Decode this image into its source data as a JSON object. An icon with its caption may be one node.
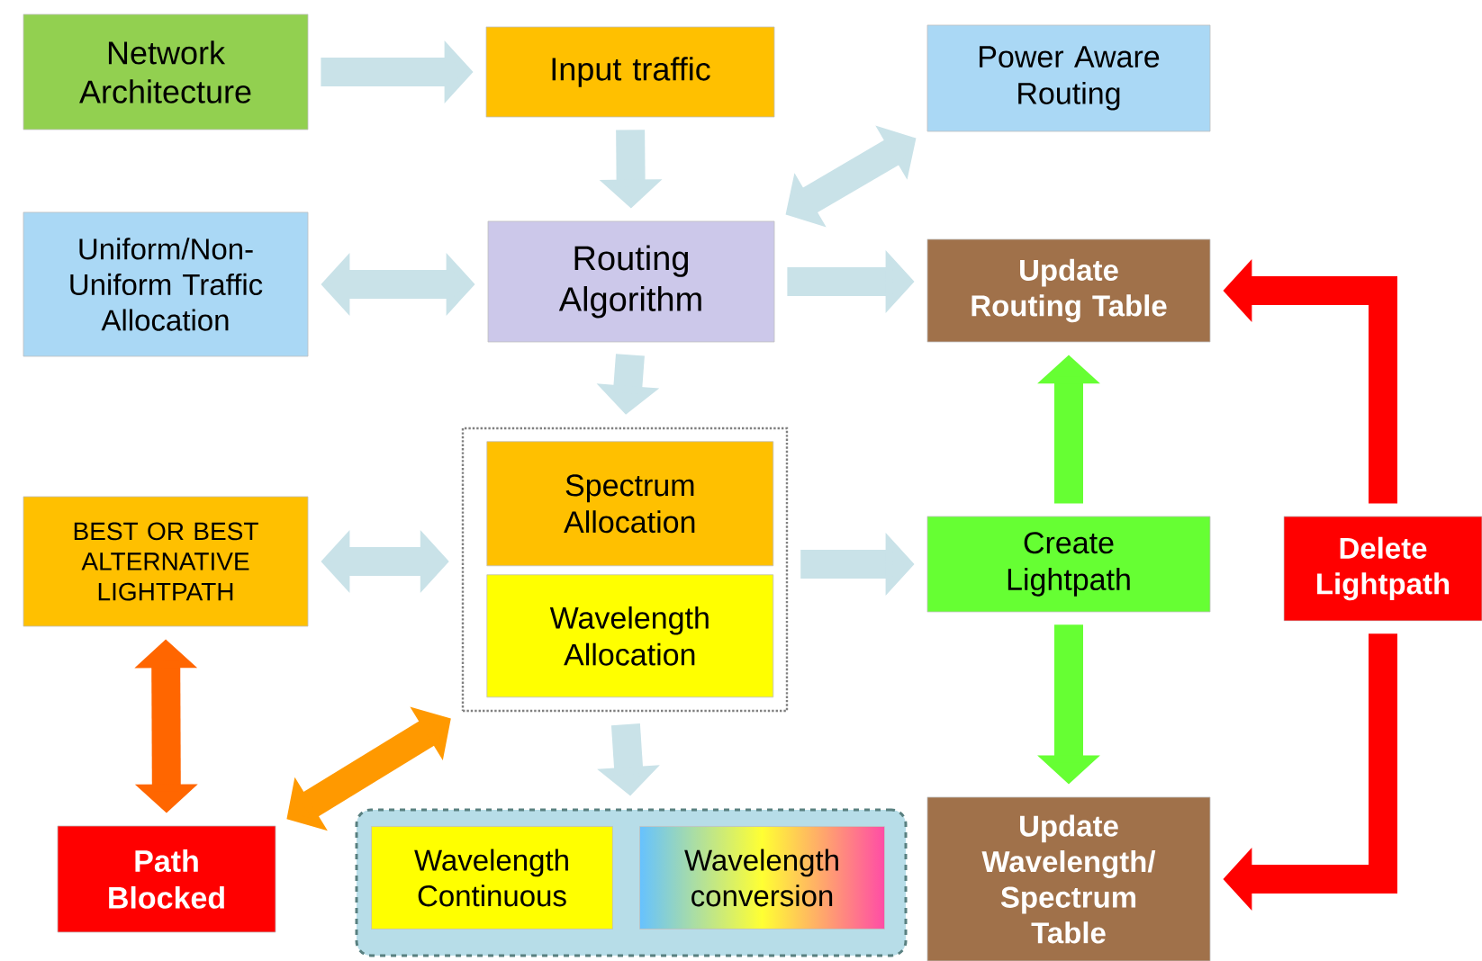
{
  "diagram": {
    "nodes": [
      {
        "text": [
          "Network Architecture"
        ]
      },
      {
        "text": [
          "Input traffic"
        ]
      },
      {
        "text": [
          "Power Aware Routing"
        ]
      },
      {
        "text": [
          "Uniform/Non-Uniform Traffic Allocation"
        ]
      },
      {
        "text": [
          "Routing Algorithm"
        ]
      },
      {
        "text": [
          "Update Routing Table"
        ]
      },
      {
        "text": [],
        "shape": "box"
      },
      {
        "text": [
          "Spectrum Allocation"
        ],
        "in": 6
      },
      {
        "text": [
          "Wavelength Allocation"
        ],
        "in": 6
      },
      {
        "text": [
          "BEST OR BEST ALTERNATIVE LIGHTPATH"
        ]
      },
      {
        "text": [
          "Create Lightpath"
        ]
      },
      {
        "text": [
          "Delete Lightpath"
        ]
      },
      {
        "text": [
          "Path Blocked"
        ]
      },
      {
        "text": [],
        "shape": "box"
      },
      {
        "text": [
          "Wavelength Continuous"
        ],
        "in": 13
      },
      {
        "text": [
          "Wavelength conversion"
        ],
        "in": 13
      },
      {
        "text": [
          "Update Wavelength/ Spectrum Table"
        ]
      }
    ],
    "edges": [
      {
        "from": 0,
        "to": 1,
        "arrow": "to"
      },
      {
        "from": 1,
        "to": 4,
        "arrow": "to"
      },
      {
        "from": 4,
        "to": 2,
        "arrow": "both"
      },
      {
        "from": 3,
        "to": 4,
        "arrow": "both"
      },
      {
        "from": 4,
        "to": 5,
        "arrow": "to"
      },
      {
        "from": 4,
        "to": 6,
        "arrow": "to"
      },
      {
        "from": 9,
        "to": 6,
        "arrow": "both"
      },
      {
        "from": 6,
        "to": 10,
        "arrow": "to"
      },
      {
        "from": 12,
        "to": 6,
        "arrow": "both",
        "color": "#ff9900"
      },
      {
        "from": 9,
        "to": 12,
        "arrow": "both",
        "color": "#ff6600"
      },
      {
        "from": 6,
        "to": 13,
        "arrow": "to"
      },
      {
        "from": 10,
        "to": 5,
        "arrow": "to",
        "color": "#66ff33"
      },
      {
        "from": 10,
        "to": 16,
        "arrow": "to",
        "color": "#66ff33"
      },
      {
        "from": 11,
        "to": 5,
        "arrow": "to",
        "color": "#ff0000"
      },
      {
        "from": 11,
        "to": 16,
        "arrow": "to",
        "color": "#ff0000"
      }
    ]
  }
}
